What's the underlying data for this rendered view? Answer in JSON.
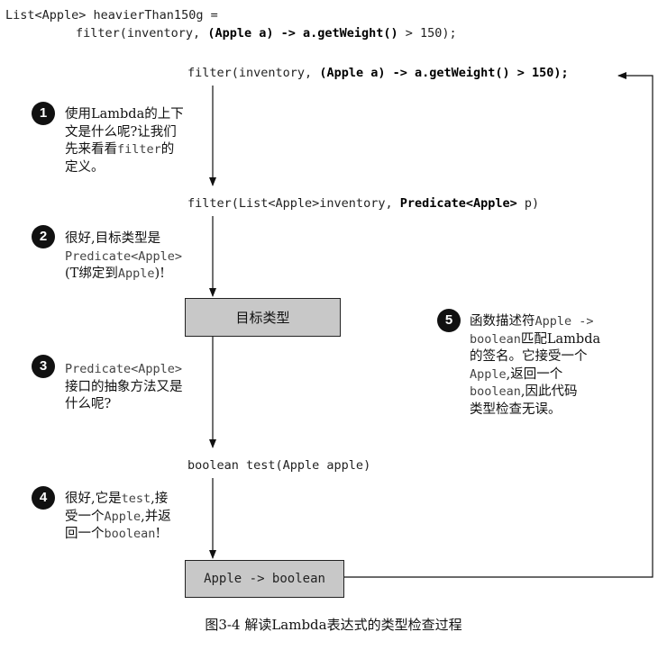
{
  "top_code": {
    "line1_prefix": "List<Apple> heavierThan150g =",
    "line2_prefix": "filter(inventory, ",
    "line2_bold": "(Apple a) -> a.getWeight()",
    "line2_suffix": " > 150);"
  },
  "stage1": {
    "prefix": "filter(inventory, ",
    "bold": "(Apple a) -> a.getWeight() > 150);"
  },
  "stage2": {
    "prefix": "filter(List<Apple>inventory, ",
    "bold": "Predicate<Apple>",
    "suffix": " p)"
  },
  "target_box": {
    "label": "目标类型"
  },
  "stage4": {
    "text": "boolean test(Apple apple)"
  },
  "result_box": {
    "label": "Apple -> boolean"
  },
  "steps": [
    {
      "num": "1",
      "l1a": "使用Lambda的上下",
      "l2a": "文是什么呢?让我们",
      "l3a": "先来看看",
      "l3m": "filter",
      "l3b": "的",
      "l4a": "定义。"
    },
    {
      "num": "2",
      "l1a": "很好,目标类型是",
      "l2m": "Predicate<Apple>",
      "l3a": "(T绑定到",
      "l3m": "Apple",
      "l3b": ")!"
    },
    {
      "num": "3",
      "l1m": "Predicate<Apple>",
      "l2a": "接口的抽象方法又是",
      "l3a": "什么呢?"
    },
    {
      "num": "4",
      "l1a": "很好,它是",
      "l1m": "test",
      "l1b": ",接",
      "l2a": "受一个",
      "l2m": "Apple",
      "l2b": ",并返",
      "l3a": "回一个",
      "l3m": "boolean",
      "l3b": "!"
    },
    {
      "num": "5",
      "l1a": "函数描述符",
      "l1m": "Apple ->",
      "l2m": "boolean",
      "l2b": "匹配Lambda",
      "l3a": "的签名。它接受一个",
      "l4m": "Apple",
      "l4b": ",返回一个",
      "l5m": "boolean",
      "l5b": ",因此代码",
      "l6a": "类型检查无误。"
    }
  ],
  "caption": "图3-4 解读Lambda表达式的类型检查过程"
}
